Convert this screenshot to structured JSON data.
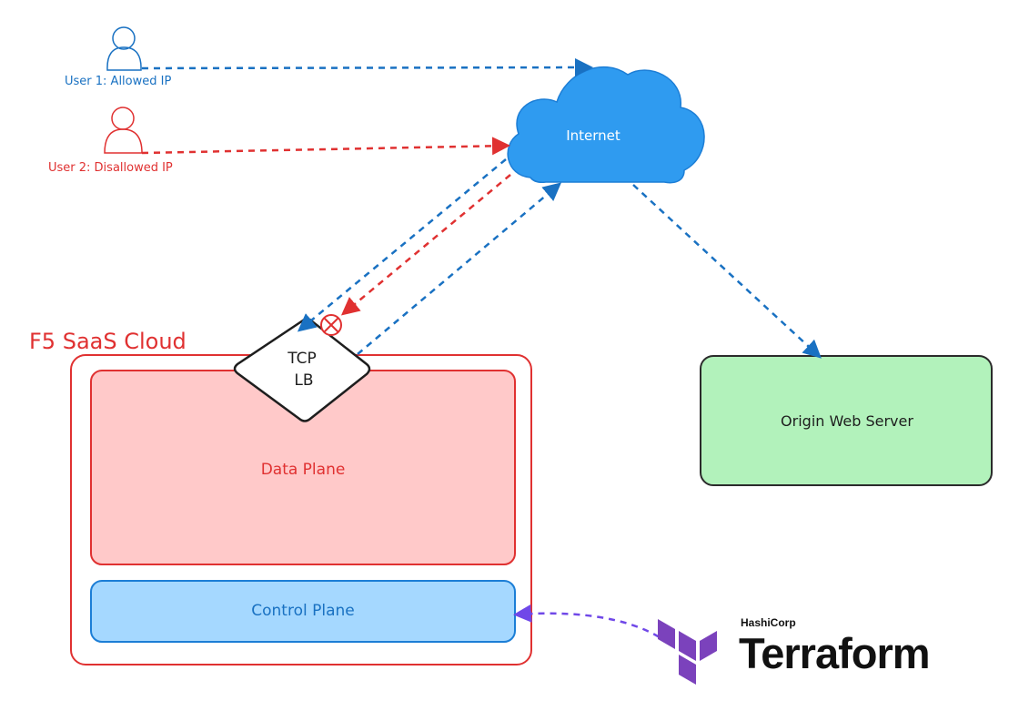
{
  "users": [
    {
      "label": "User 1: Allowed IP",
      "color": "#1971c2"
    },
    {
      "label": "User 2: Disallowed IP",
      "color": "#e03131"
    }
  ],
  "internet": {
    "label": "Internet",
    "fill": "#2f9bf0"
  },
  "f5_cloud": {
    "title": "F5 SaaS Cloud",
    "border_color": "#e03131",
    "data_plane": {
      "label": "Data Plane",
      "fill": "#ffc9c9"
    },
    "control_plane": {
      "label": "Control Plane",
      "fill": "#a5d8ff"
    }
  },
  "tcp_lb": {
    "line1": "TCP",
    "line2": "LB"
  },
  "origin": {
    "label": "Origin Web Server",
    "fill": "#b2f2bb"
  },
  "terraform": {
    "vendor": "HashiCorp",
    "product": "Terraform",
    "logo_color": "#7b42bc"
  },
  "colors": {
    "allowed_flow": "#1971c2",
    "blocked_flow": "#e03131",
    "management_flow": "#7048e8"
  }
}
